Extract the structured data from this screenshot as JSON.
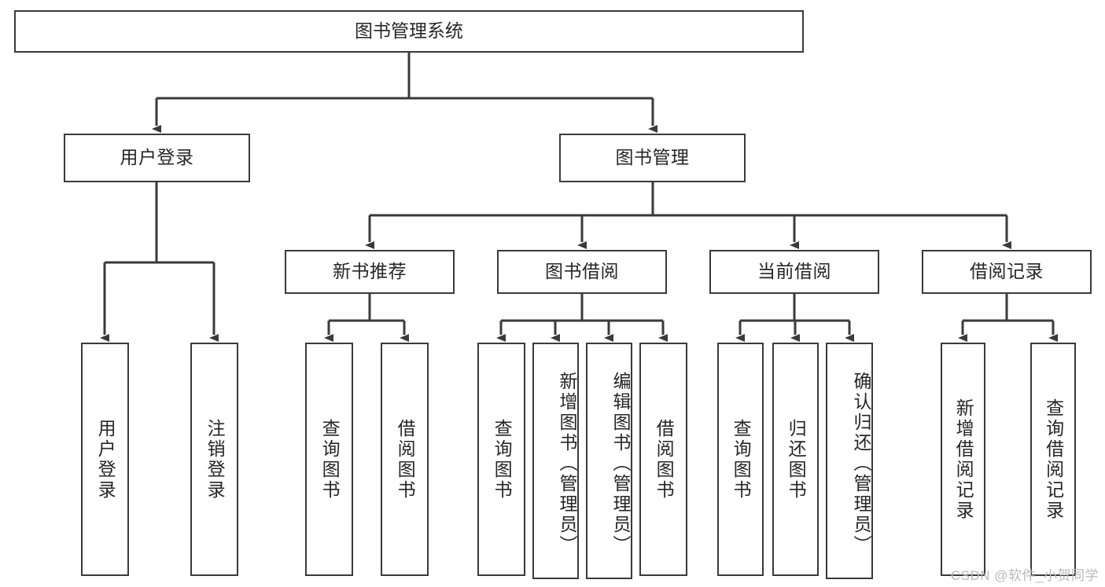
{
  "diagram": {
    "type": "tree-hierarchy",
    "title": "图书管理系统",
    "root": {
      "label": "图书管理系统"
    },
    "level2": [
      {
        "label": "用户登录"
      },
      {
        "label": "图书管理"
      }
    ],
    "level3": [
      {
        "label": "新书推荐"
      },
      {
        "label": "图书借阅"
      },
      {
        "label": "当前借阅"
      },
      {
        "label": "借阅记录"
      }
    ],
    "leaves": [
      {
        "label": "用户登录",
        "parent": "用户登录"
      },
      {
        "label": "注销登录",
        "parent": "用户登录"
      },
      {
        "label": "查询图书",
        "parent": "新书推荐"
      },
      {
        "label": "借阅图书",
        "parent": "新书推荐"
      },
      {
        "label": "查询图书",
        "parent": "图书借阅"
      },
      {
        "label": "新增图书（管理员）",
        "parent": "图书借阅"
      },
      {
        "label": "编辑图书（管理员）",
        "parent": "图书借阅"
      },
      {
        "label": "借阅图书",
        "parent": "图书借阅"
      },
      {
        "label": "查询图书",
        "parent": "当前借阅"
      },
      {
        "label": "归还图书",
        "parent": "当前借阅"
      },
      {
        "label": "确认归还（管理员）",
        "parent": "当前借阅"
      },
      {
        "label": "新增借阅记录",
        "parent": "借阅记录"
      },
      {
        "label": "查询借阅记录",
        "parent": "借阅记录"
      }
    ]
  },
  "watermark": {
    "text": "CSDN @软件_小贺同学"
  },
  "colors": {
    "border": "#3a3a3a",
    "background": "#ffffff",
    "text": "#262626",
    "watermark": "#b9b9b9"
  }
}
